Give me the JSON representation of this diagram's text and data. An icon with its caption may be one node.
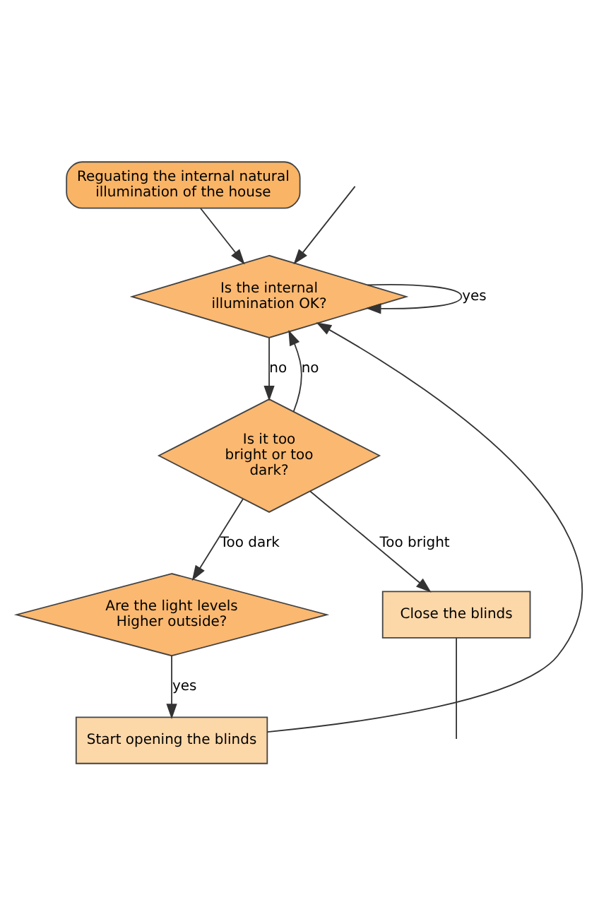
{
  "diagram": {
    "nodes": [
      {
        "text": [
          "Reguating the internal natural illumination of the house"
        ]
      },
      {
        "text": [
          "Is the internal illumination OK?"
        ]
      },
      {
        "text": [
          "Is it too bright or too dark?"
        ]
      },
      {
        "text": [
          "Are the light levels Higher outside?"
        ]
      },
      {
        "text": [
          "Close the blinds"
        ]
      },
      {
        "text": [
          "Start opening the blinds"
        ]
      }
    ],
    "edges": [
      {
        "from": 0,
        "to": 1,
        "arrow": "to"
      },
      {
        "from": 1,
        "to": 1,
        "arrow": "to",
        "label": "yes"
      },
      {
        "from": 1,
        "to": 2,
        "arrow": "to",
        "label": "no"
      },
      {
        "from": 2,
        "to": 1,
        "arrow": "to",
        "label": "no"
      },
      {
        "from": 2,
        "to": 3,
        "arrow": "to",
        "label": "Too dark"
      },
      {
        "from": 2,
        "to": 4,
        "arrow": "to",
        "label": "Too bright"
      },
      {
        "from": 3,
        "to": 5,
        "arrow": "to",
        "label": "yes"
      },
      {
        "from": 5,
        "to": 1,
        "arrow": "to"
      },
      {
        "from": 4,
        "to": null,
        "arrow": "none"
      },
      {
        "from": null,
        "to": 1,
        "arrow": "to"
      }
    ]
  }
}
